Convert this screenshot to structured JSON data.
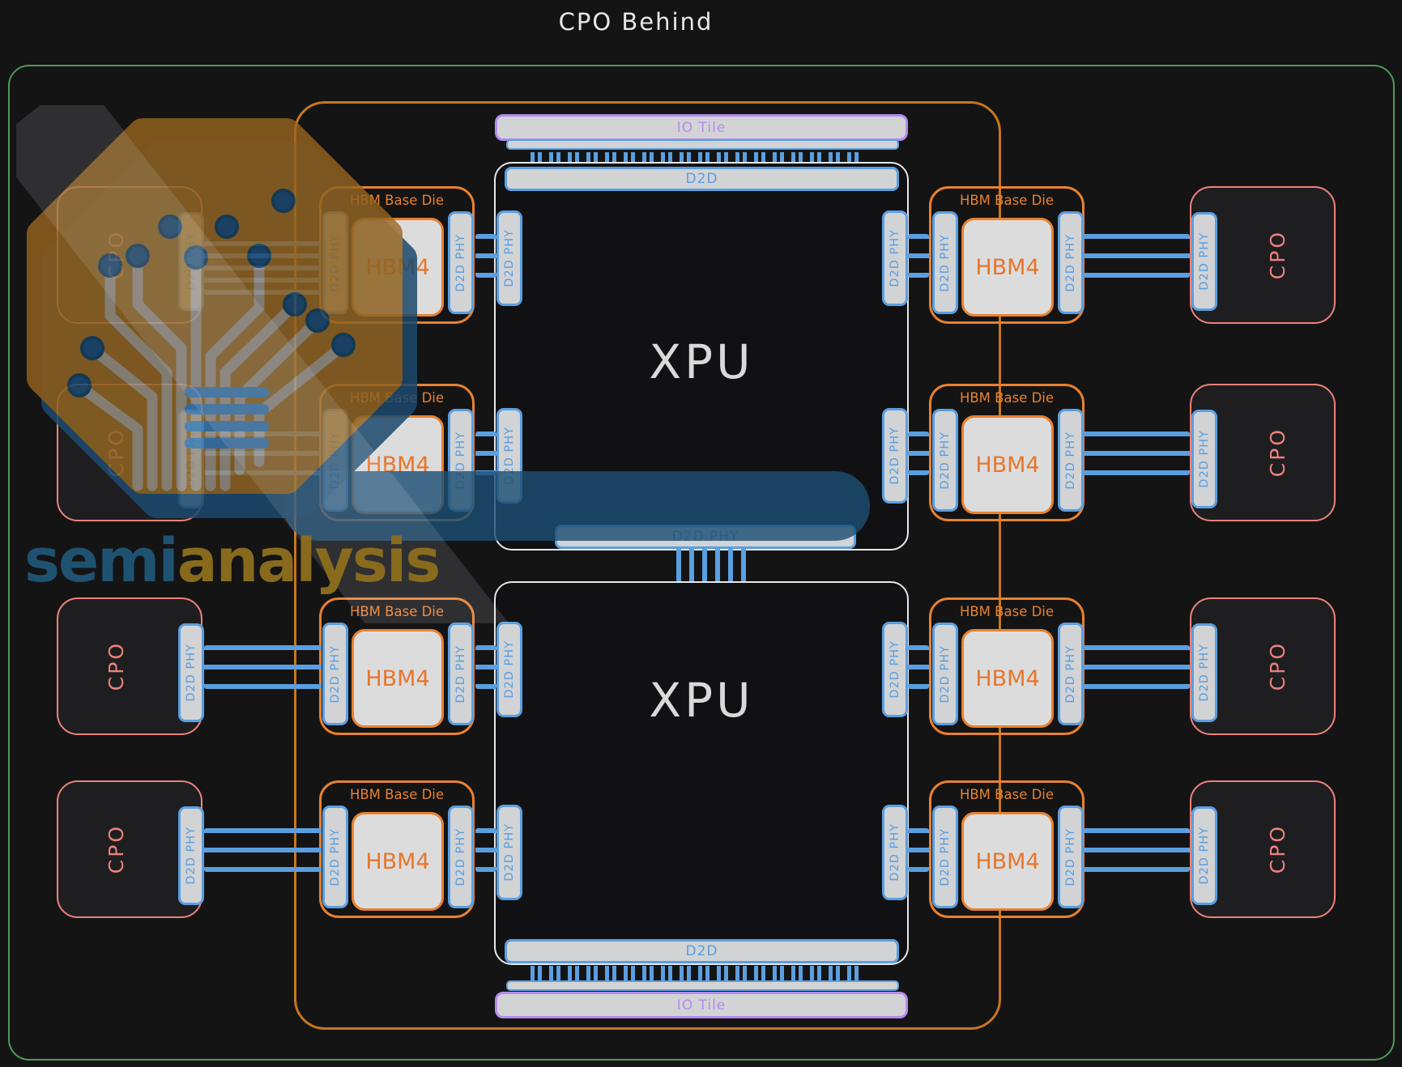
{
  "title": "CPO Behind",
  "labels": {
    "io_tile": "IO Tile",
    "d2d": "D2D",
    "d2d_phy": "D2D PHY",
    "xpu": "XPU",
    "hbm_base_die": "HBM Base Die",
    "hbm4": "HBM4",
    "cpo": "CPO"
  },
  "watermark": {
    "semi": "semi",
    "analysis": "analysis"
  },
  "colors": {
    "background": "#141415",
    "outer_border_green": "#4e9b55",
    "package_border_orange": "#c8761e",
    "hbm_orange": "#e8812f",
    "cpo_salmon": "#ec8279",
    "phy_blue": "#5a9fe0",
    "io_tile_purple": "#b48ced",
    "bar_fill_gray": "#d2d3d5",
    "xpu_stroke": "#e8e8e8",
    "logo_semi_blue": "#205677",
    "logo_analysis_gold": "#8f6f1e",
    "logo_octagon_brown": "#9a661e"
  }
}
